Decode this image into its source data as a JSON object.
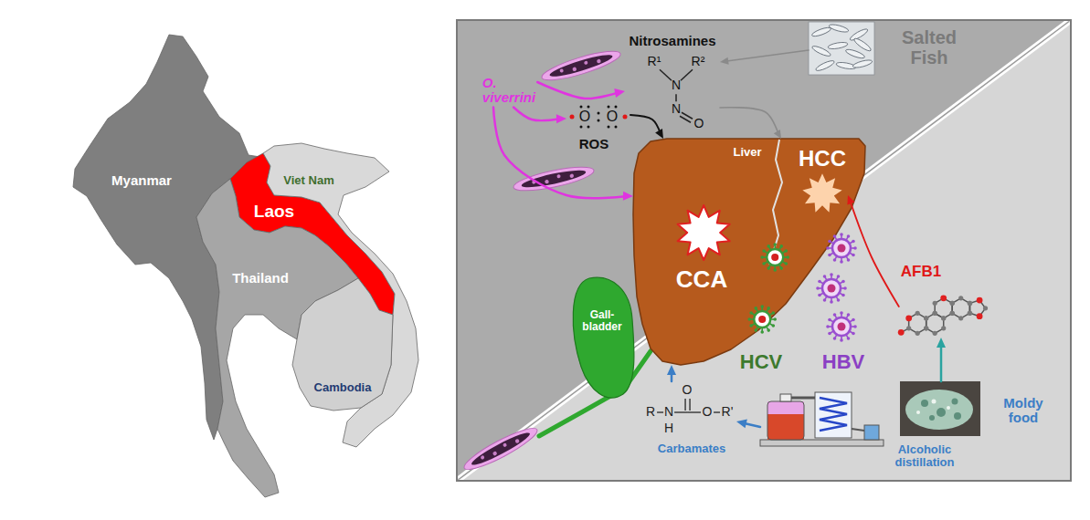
{
  "diagram": {
    "nodes": [
      {
        "text": [
          "Myanmar"
        ]
      },
      {
        "text": [
          "Laos"
        ]
      },
      {
        "text": [
          "Viet Nam"
        ]
      },
      {
        "text": [
          "Thailand"
        ]
      },
      {
        "text": [
          "Cambodia"
        ]
      },
      {
        "text": [
          "O. viverrini"
        ]
      },
      {
        "text": [
          "Nitrosamines",
          "R¹",
          "R²",
          "N",
          "N",
          "O"
        ]
      },
      {
        "text": [
          "Salted Fish"
        ]
      },
      {
        "text": [
          "O",
          "O",
          "ROS"
        ]
      },
      {
        "text": [
          "Liver"
        ]
      },
      {
        "text": [
          "CCA"
        ],
        "in": 9
      },
      {
        "text": [
          "HCC"
        ],
        "in": 9
      },
      {
        "text": [
          "Gall-bladder"
        ]
      },
      {
        "text": [
          "HCV"
        ]
      },
      {
        "text": [
          "HBV"
        ]
      },
      {
        "text": [
          "AFB1"
        ]
      },
      {
        "text": [
          "Moldy food"
        ]
      },
      {
        "text": [
          "O",
          "R",
          "N",
          "O",
          "R'",
          "H",
          "Carbamates"
        ]
      },
      {
        "text": [
          "Alcoholic distillation"
        ]
      }
    ],
    "edges": [
      {
        "from": 5,
        "to": 6,
        "arrow": "to"
      },
      {
        "from": 5,
        "to": 8,
        "arrow": "to"
      },
      {
        "from": 5,
        "to": 9,
        "arrow": "to"
      },
      {
        "from": 7,
        "to": 6,
        "arrow": "to"
      },
      {
        "from": 6,
        "to": 9,
        "arrow": "to"
      },
      {
        "from": 8,
        "to": 9,
        "arrow": "to"
      },
      {
        "from": 15,
        "to": 11,
        "arrow": "to"
      },
      {
        "from": 16,
        "to": 15,
        "arrow": "to"
      },
      {
        "from": 18,
        "to": 17,
        "arrow": "to"
      },
      {
        "from": 17,
        "to": 9,
        "arrow": "to"
      }
    ]
  }
}
